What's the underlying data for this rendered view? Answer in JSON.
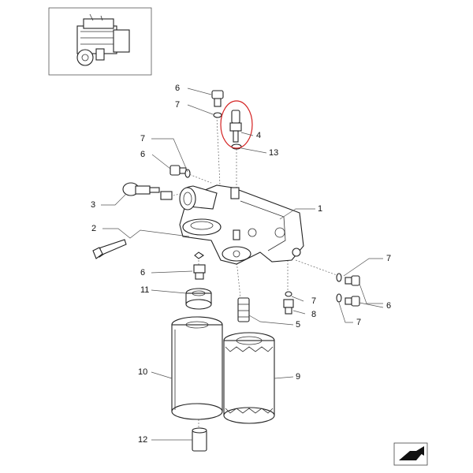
{
  "thumbnail": {
    "icon": "engine-thumbnail-icon"
  },
  "highlight_color": "#d42020",
  "nav_icon": "next-page-arrow-icon",
  "callouts": {
    "c1": "1",
    "c2": "2",
    "c3": "3",
    "c4": "4",
    "c5": "5",
    "c6a": "6",
    "c6b": "6",
    "c6c": "6",
    "c6d": "6",
    "c7a": "7",
    "c7b": "7",
    "c7c": "7",
    "c7d": "7",
    "c7e": "7",
    "c8": "8",
    "c9": "9",
    "c10": "10",
    "c11": "11",
    "c12": "12",
    "c13": "13"
  }
}
